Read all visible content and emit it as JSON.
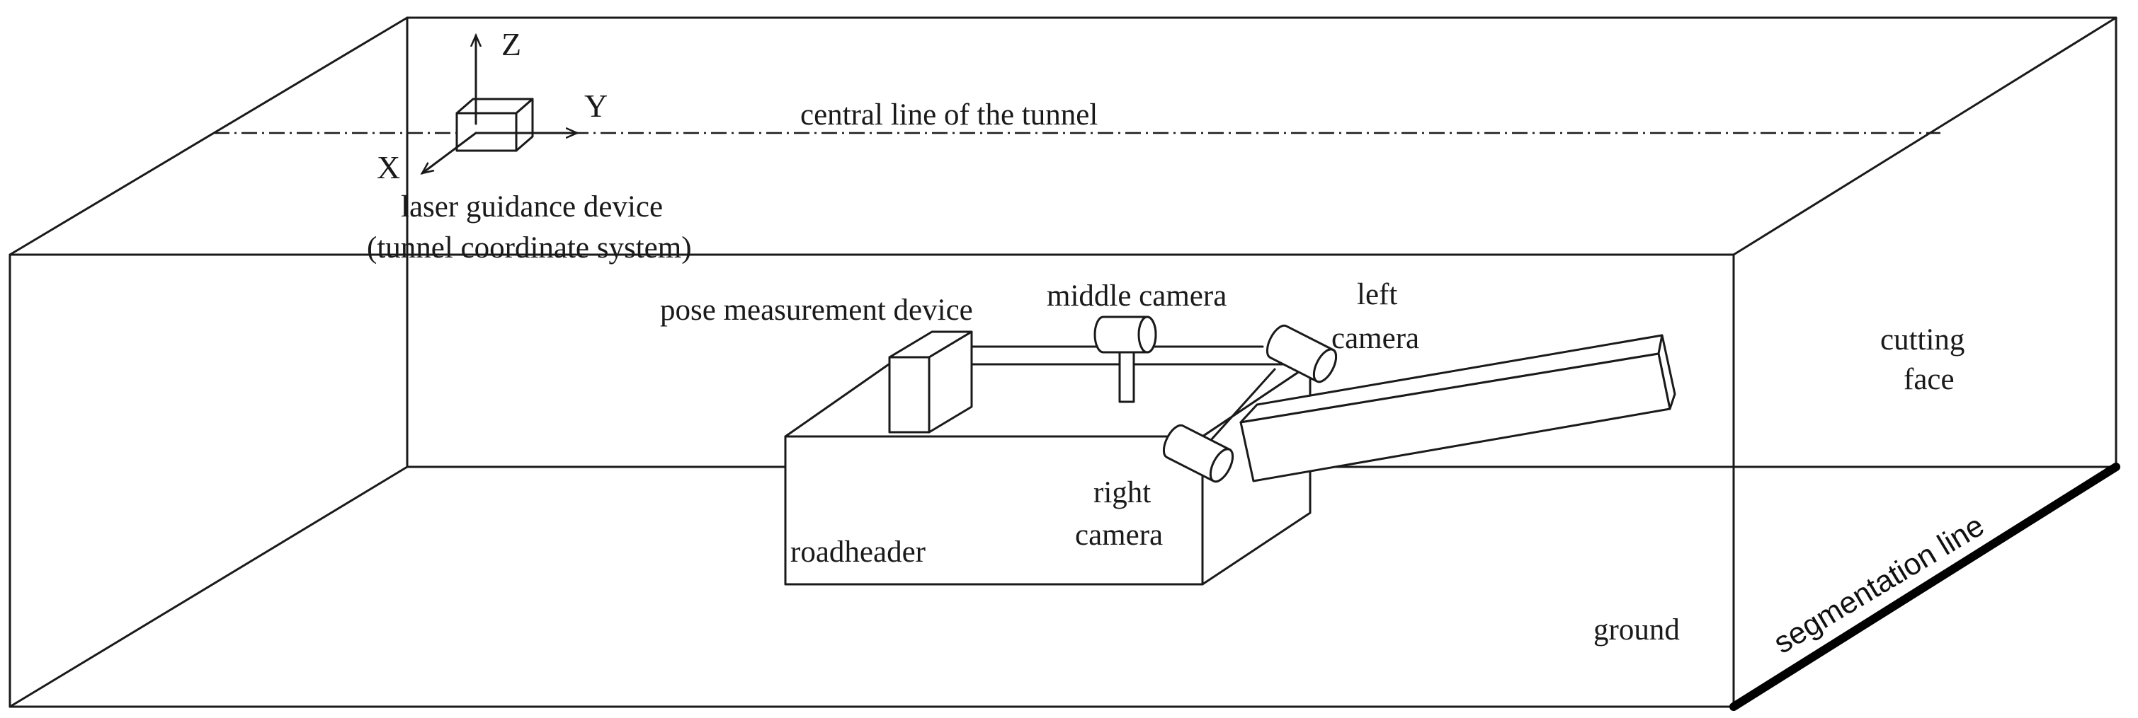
{
  "labels": {
    "central_line": "central line of the tunnel",
    "laser_device": "laser guidance device",
    "tunnel_coord": "(tunnel coordinate system)",
    "pose_device": "pose measurement device",
    "middle_camera": "middle camera",
    "left_camera_1": "left",
    "left_camera_2": "camera",
    "right_camera_1": "right",
    "right_camera_2": "camera",
    "roadheader": "roadheader",
    "cutting_face_1": "cutting",
    "cutting_face_2": "face",
    "ground": "ground",
    "segmentation_line": "segmentation line"
  },
  "axes": {
    "x": "X",
    "y": "Y",
    "z": "Z"
  }
}
